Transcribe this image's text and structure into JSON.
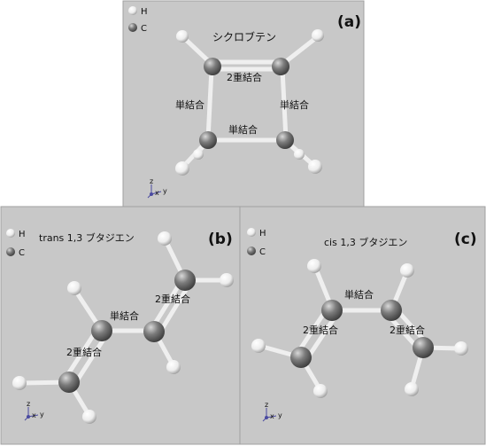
{
  "legend": {
    "h": "H",
    "c": "C"
  },
  "axes": {
    "z": "z",
    "x": "x",
    "y": "y"
  },
  "panel_a": {
    "tag": "(a)",
    "title": "シクロブテン",
    "double_bond": "2重結合",
    "single_left": "単結合",
    "single_right": "単結合",
    "single_bottom": "単結合"
  },
  "panel_b": {
    "tag": "(b)",
    "title": "trans 1,3 ブタジエン",
    "double_upper": "2重結合",
    "single": "単結合",
    "double_lower": "2重結合"
  },
  "panel_c": {
    "tag": "(c)",
    "title": "cis 1,3 ブタジエン",
    "single": "単結合",
    "double_left": "2重結合",
    "double_right": "2重結合"
  },
  "colors": {
    "panel_bg": "#c8c8c8",
    "carbon": "#7a7a7a",
    "hydrogen": "#f4f4f4",
    "bond": "#eeeeee"
  }
}
